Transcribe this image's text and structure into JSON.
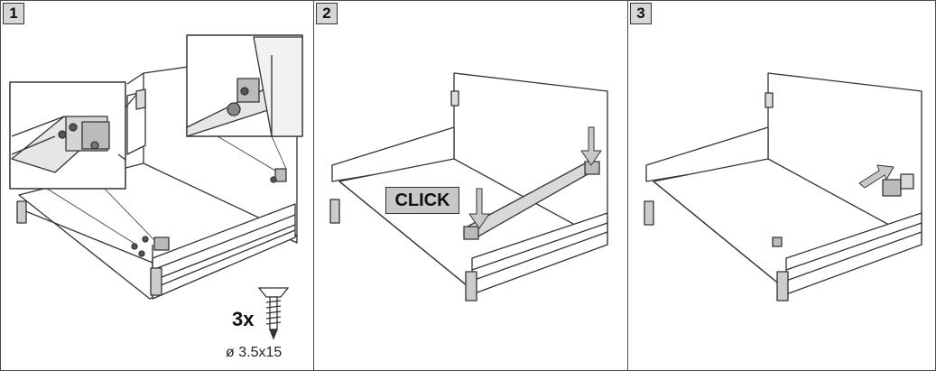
{
  "steps": [
    {
      "number": "1",
      "quantity": "3x",
      "screw_spec": "ø 3.5x15"
    },
    {
      "number": "2",
      "callout": "CLICK"
    },
    {
      "number": "3"
    }
  ],
  "colors": {
    "line": "#333333",
    "shade": "#c8c8c8",
    "rail": "#d9d9d9"
  }
}
